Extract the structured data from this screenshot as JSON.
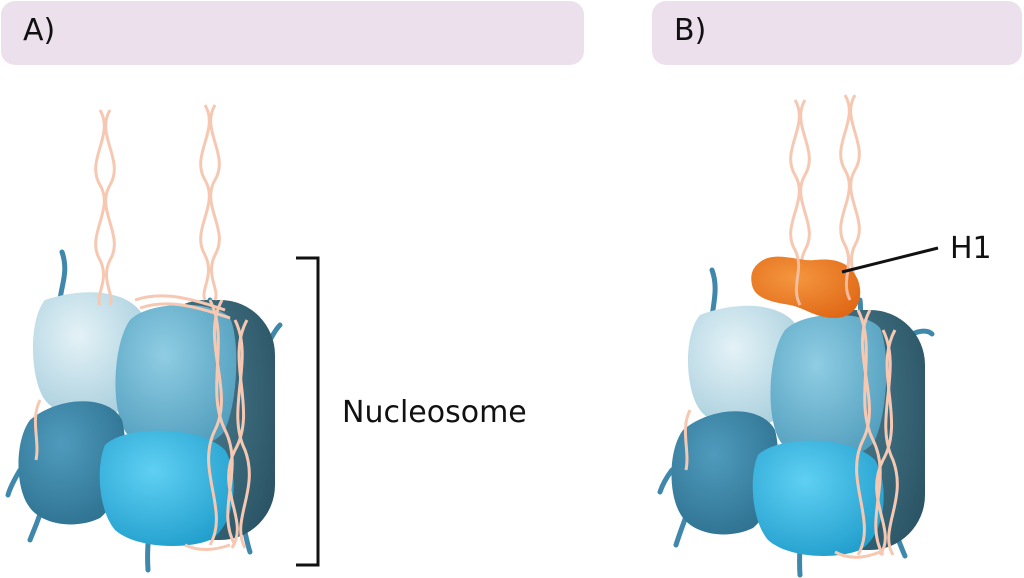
{
  "panels": [
    {
      "letter": "A)",
      "label": "Nucleosome"
    },
    {
      "letter": "B)",
      "label": "H1"
    }
  ],
  "colors": {
    "header_bg": "#ede0ed",
    "dna": "#f6c8b2",
    "histone_light": "#c9e2ec",
    "histone_mid": "#72b8d4",
    "histone_dark": "#3f86a8",
    "histone_bright": "#33b7e3",
    "histone_core": "#3b6778",
    "tail": "#3f88ab",
    "h1": "#ee7624",
    "bracket": "#111111"
  }
}
